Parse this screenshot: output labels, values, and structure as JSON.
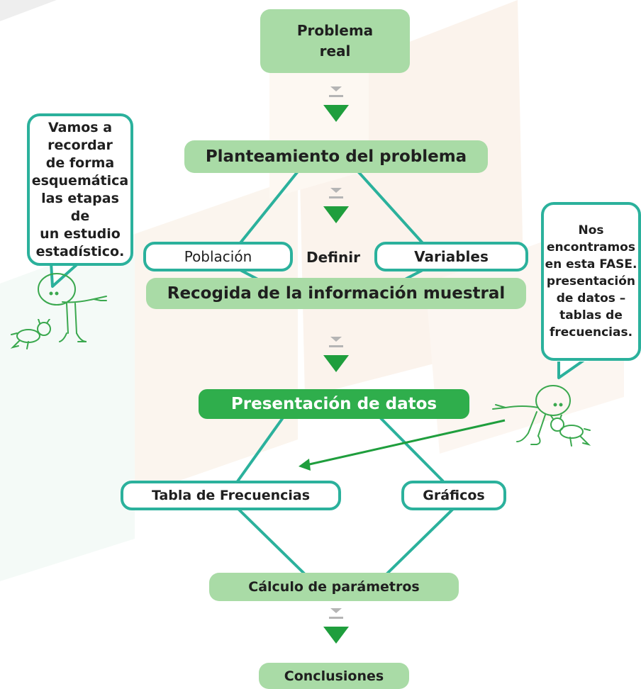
{
  "colors": {
    "box_fill": "#a9dba6",
    "box_dark": "#2fae4c",
    "outline": "#2bb19c",
    "arrow_green": "#1f9e3d",
    "arrow_gray": "#b5b5b5"
  },
  "flow": {
    "problema_real": "Problema\nreal",
    "planteamiento": "Planteamiento del problema",
    "poblacion": "Población",
    "definir": "Definir",
    "variables": "Variables",
    "recogida": "Recogida de la información muestral",
    "presentacion": "Presentación de datos",
    "tabla": "Tabla de Frecuencias",
    "graficos": "Gráficos",
    "calculo": "Cálculo de parámetros",
    "conclusiones": "Conclusiones"
  },
  "bubbles": {
    "left": "Vamos a\nrecordar\nde forma\nesquemática\nlas etapas de\nun estudio\nestadístico.",
    "right": "Nos\nencontramos\nen esta FASE.\npresentación\nde datos –\ntablas de\nfrecuencias."
  },
  "icons": {
    "down_arrow": "double-down-arrow-icon",
    "left_character": "stick-figure-pointing-icon",
    "right_character": "stick-figure-pointing-icon",
    "pet": "small-dog-icon"
  }
}
